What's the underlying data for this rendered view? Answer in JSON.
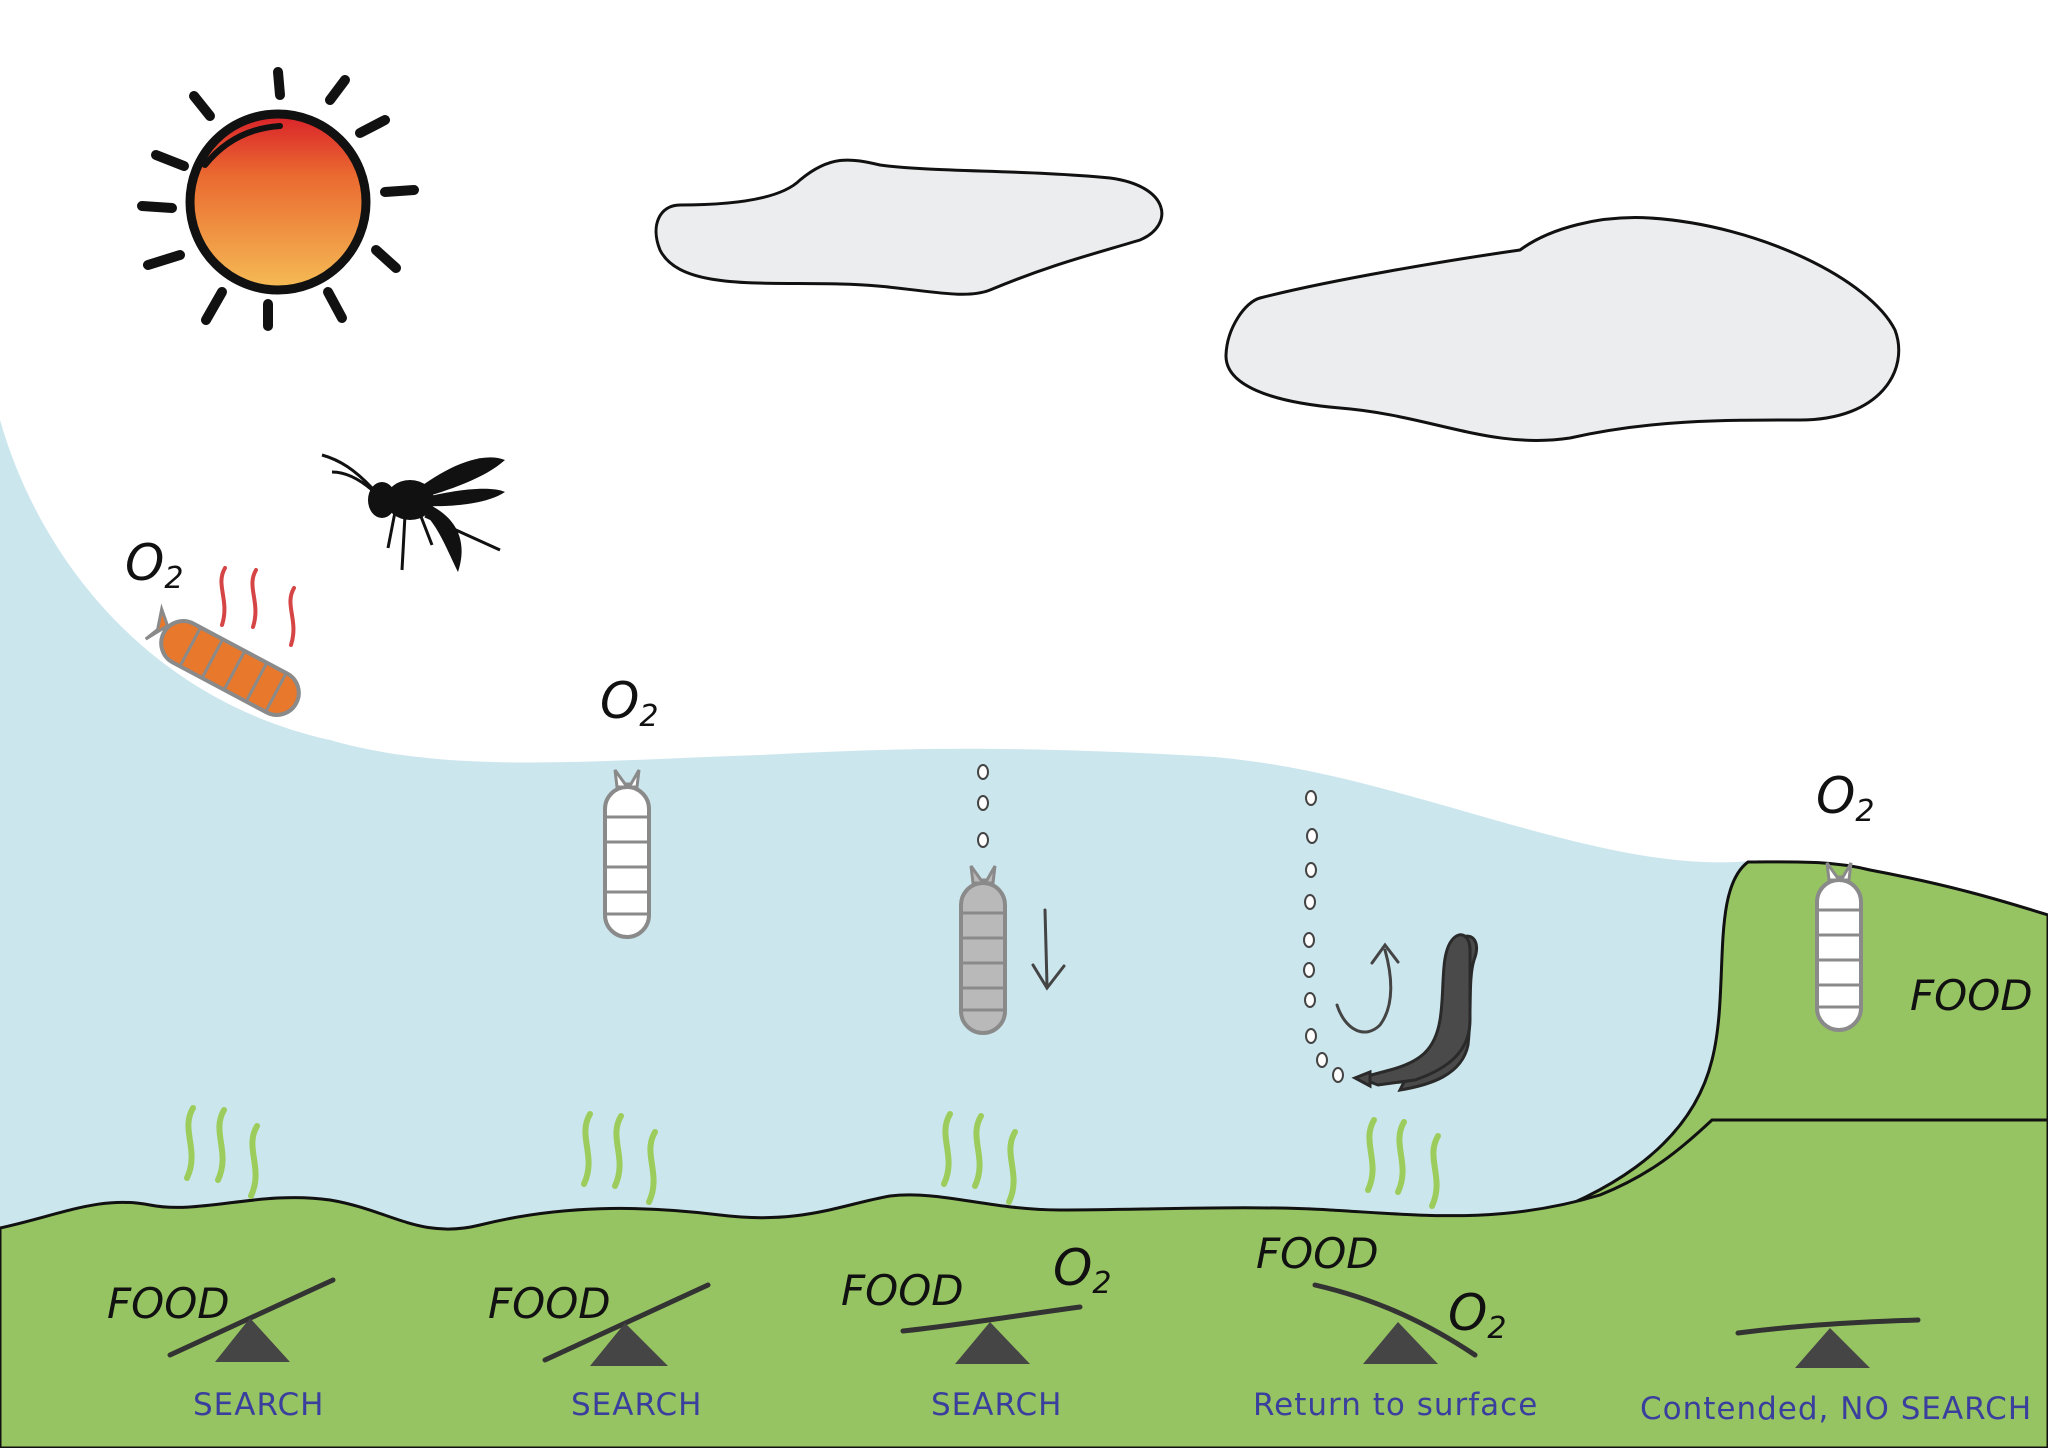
{
  "colors": {
    "water": "#cce6ee",
    "ground": "#97c462",
    "cloud": "#ecedee",
    "sun_top": "#d9212a",
    "sun_bottom": "#f5bc55",
    "larva_orange": "#e8782c",
    "larva_white": "#ffffff",
    "larva_grey": "#b9b9b9",
    "larva_dark": "#4a4a4a",
    "seaweed": "#9ccd5c",
    "caption": "#3a3f9e"
  },
  "labels": {
    "o2_sun": "O",
    "o2_mid": "O",
    "o2_right": "O",
    "o2_sub": "2",
    "food_right": "FOOD"
  },
  "balances": [
    {
      "food": "FOOD",
      "o2": "",
      "caption": "SEARCH"
    },
    {
      "food": "FOOD",
      "o2": "",
      "caption": "SEARCH"
    },
    {
      "food": "FOOD",
      "o2": "O",
      "o2_sub": "2",
      "caption": "SEARCH"
    },
    {
      "food": "FOOD",
      "o2": "O",
      "o2_sub": "2",
      "caption": "Return to surface"
    },
    {
      "food": "",
      "o2": "",
      "caption": "Contended, NO SEARCH"
    }
  ]
}
